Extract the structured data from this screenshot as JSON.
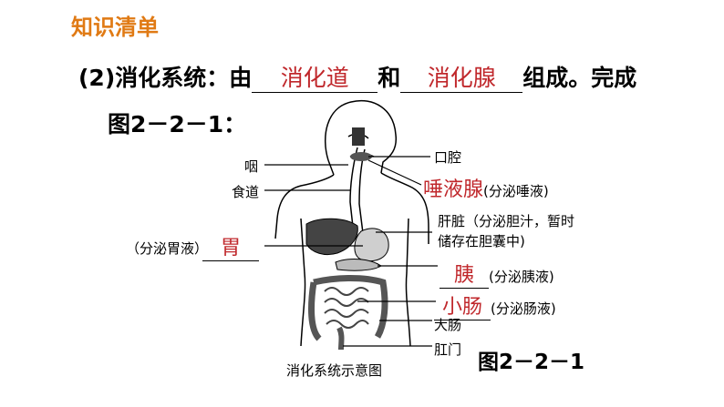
{
  "section_title": "知识清单",
  "question": {
    "prefix": "(2)消化系统：由",
    "blank1": "消化道",
    "middle": "和",
    "blank2": "消化腺",
    "suffix": "组成。完成",
    "line2": "图2－2－1："
  },
  "diagram": {
    "caption": "消化系统示意图",
    "figure_label": "图2－2－1",
    "labels": {
      "yan": "咽",
      "shidao": "食道",
      "fenmi_weiye": "（分泌胃液）",
      "kouqiang": "口腔",
      "tuoyexian_note": "(分泌唾液)",
      "ganzang_line1": "肝脏（分泌胆汁，暂时",
      "ganzang_line2": "储存在胆囊中)",
      "yi_note": "(分泌胰液)",
      "xiaochang_note": "(分泌肠液)",
      "dachang": "大肠",
      "ganmen": "肛门"
    },
    "answers": {
      "wei": "胃",
      "tuoyexian": "唾液腺",
      "yi": "胰",
      "xiaochang": "小肠"
    }
  },
  "colors": {
    "title": "#e07a14",
    "answer": "#c0282c"
  }
}
